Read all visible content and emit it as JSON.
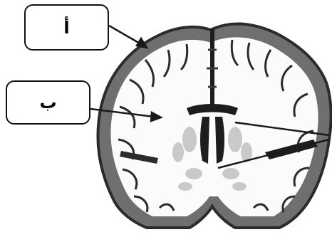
{
  "labels": {
    "a": "أ",
    "b": "ب"
  },
  "colors": {
    "cortex": "#6f6f6f",
    "cortex_edge": "#2b2b2b",
    "white_matter": "#fbfbfb",
    "ventricle": "#1d1d1d",
    "deep_nuclei": "#c9c9c9",
    "arrow": "#1a1a1a"
  },
  "icons": {
    "label_a_box": "callout-box",
    "label_b_box": "callout-box",
    "brain_section": "coronal-brain-section"
  }
}
